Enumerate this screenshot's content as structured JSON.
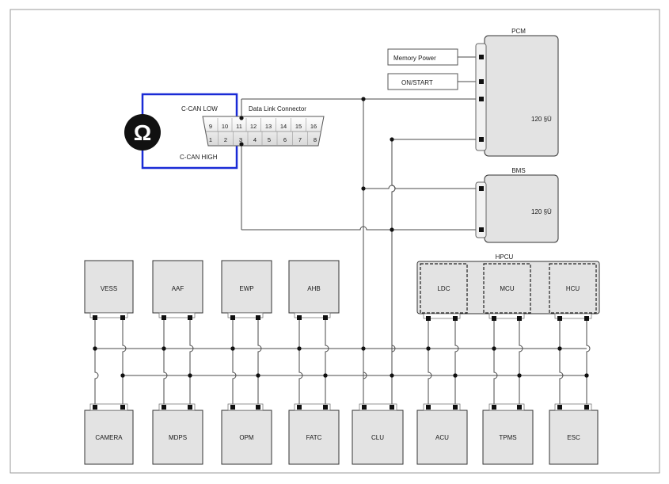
{
  "connector": {
    "title": "Data Link Connector",
    "low_label": "C-CAN LOW",
    "high_label": "C-CAN HIGH",
    "top_pins": [
      "9",
      "10",
      "11",
      "12",
      "13",
      "14",
      "15",
      "16"
    ],
    "bottom_pins": [
      "1",
      "2",
      "3",
      "4",
      "5",
      "6",
      "7",
      "8"
    ]
  },
  "meter": {
    "symbol": "Ω",
    "icon": "ohm-meter-icon"
  },
  "pcm": {
    "title": "PCM",
    "inputs": [
      "Memory Power",
      "ON/START"
    ],
    "resistor_label": "120  §Ü"
  },
  "bms": {
    "title": "BMS",
    "resistor_label": "120  §Ü"
  },
  "hpcu": {
    "title": "HPCU",
    "modules": [
      "LDC",
      "MCU",
      "HCU"
    ]
  },
  "top_modules": [
    "VESS",
    "AAF",
    "EWP",
    "AHB"
  ],
  "bottom_modules": [
    "CAMERA",
    "MDPS",
    "OPM",
    "FATC",
    "CLU",
    "ACU",
    "TPMS",
    "ESC"
  ],
  "colors": {
    "highlight": "#1a2bd6",
    "line": "#404040",
    "box_fill": "#e3e3e3"
  }
}
